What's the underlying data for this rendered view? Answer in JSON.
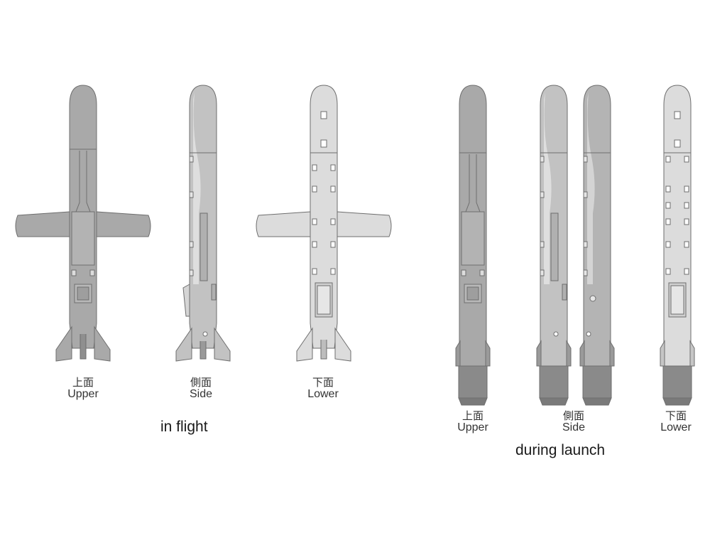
{
  "groups": {
    "flight": {
      "title": "in flight",
      "views": [
        {
          "jp": "上面",
          "en": "Upper"
        },
        {
          "jp": "側面",
          "en": "Side"
        },
        {
          "jp": "下面",
          "en": "Lower"
        }
      ]
    },
    "launch": {
      "title": "during launch",
      "views": [
        {
          "jp": "上面",
          "en": "Upper"
        },
        {
          "jp": "側面",
          "en": "Side"
        },
        {
          "jp": "下面",
          "en": "Lower"
        }
      ]
    }
  },
  "colors": {
    "upper_fill": "#a9a9a9",
    "side_fill": "#c2c2c2",
    "lower_fill": "#dcdcdc",
    "outline": "#6e6e6e",
    "booster": "#8a8a8a"
  }
}
